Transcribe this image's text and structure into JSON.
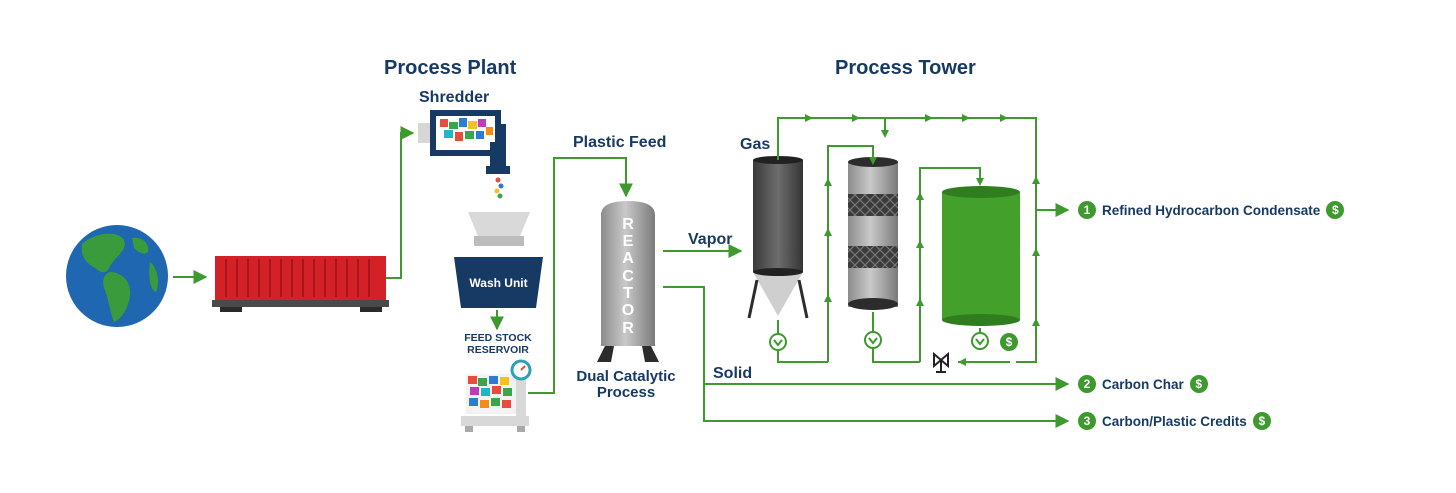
{
  "headings": {
    "process_plant": "Process Plant",
    "process_tower": "Process Tower"
  },
  "labels": {
    "shredder": "Shredder",
    "plastic_feed": "Plastic Feed",
    "gas": "Gas",
    "vapor": "Vapor",
    "solid": "Solid",
    "wash_unit": "Wash Unit",
    "feed_stock_line1": "FEED STOCK",
    "feed_stock_line2": "RESERVOIR",
    "dual_line1": "Dual Catalytic",
    "dual_line2": "Process",
    "reactor_letters": [
      "R",
      "E",
      "A",
      "C",
      "T",
      "O",
      "R"
    ]
  },
  "outputs": [
    {
      "number": "1",
      "label": "Refined Hydrocarbon Condensate",
      "dollar": "$"
    },
    {
      "number": "2",
      "label": "Carbon Char",
      "dollar": "$"
    },
    {
      "number": "3",
      "label": "Carbon/Plastic Credits",
      "dollar": "$"
    }
  ],
  "tower_dollar": "$",
  "colors": {
    "flow_green": "#3e9a2f",
    "navy": "#173a64",
    "container_red": "#d42027",
    "tank_green": "#43a12b",
    "globe_blue": "#1f67b1",
    "globe_green": "#3a9b3c"
  }
}
